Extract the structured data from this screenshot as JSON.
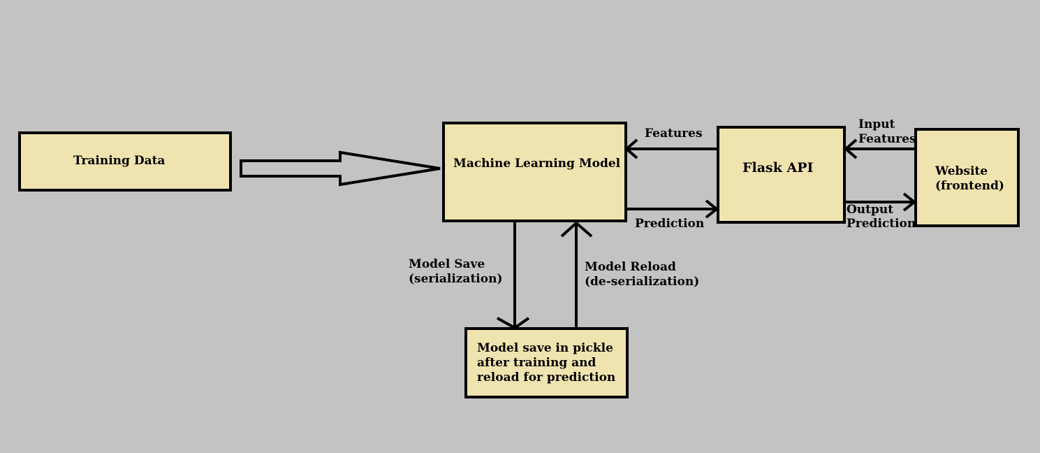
{
  "colors": {
    "background": "#c3c3c3",
    "box_fill": "#efe4b0",
    "line": "#000000"
  },
  "nodes": {
    "training_data": "Training Data",
    "ml_model": "Machine Learning Model",
    "flask_api": "Flask API",
    "website_line1": "Website",
    "website_line2": "(frontend)",
    "pickle_line1": "Model save in pickle",
    "pickle_line2": "after training and",
    "pickle_line3": "reload for prediction"
  },
  "edges": {
    "features": "Features",
    "prediction": "Prediction",
    "input_line1": "Input",
    "input_line2": "Features",
    "output_line1": "Output",
    "output_line2": "Prediction",
    "save_line1": "Model Save",
    "save_line2": "(serialization)",
    "reload_line1": "Model Reload",
    "reload_line2": "(de-serialization)"
  }
}
